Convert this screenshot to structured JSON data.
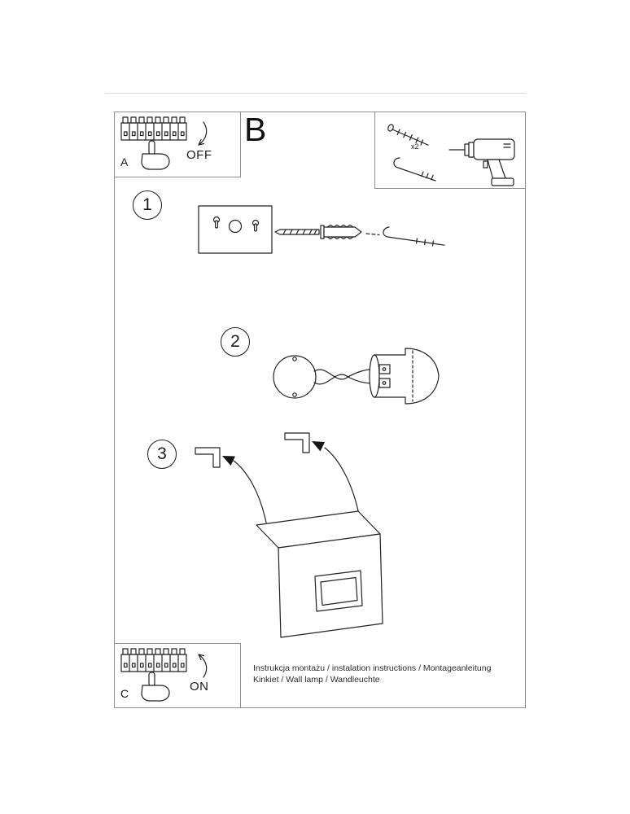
{
  "doc": {
    "panel_a": {
      "label": "A",
      "action": "OFF"
    },
    "panel_b": {
      "label": "B"
    },
    "panel_c": {
      "label": "C",
      "action": "ON"
    },
    "hardware": {
      "quantity": "x2"
    },
    "steps": {
      "one": "1",
      "two": "2",
      "three": "3"
    },
    "footer": {
      "line1": "Instrukcja montażu / instalation instructions / Montageanleitung",
      "line2": "Kinkiet / Wall lamp / Wandleuchte"
    },
    "colors": {
      "ink": "#222222",
      "frame": "#909090",
      "background": "#ffffff"
    }
  }
}
